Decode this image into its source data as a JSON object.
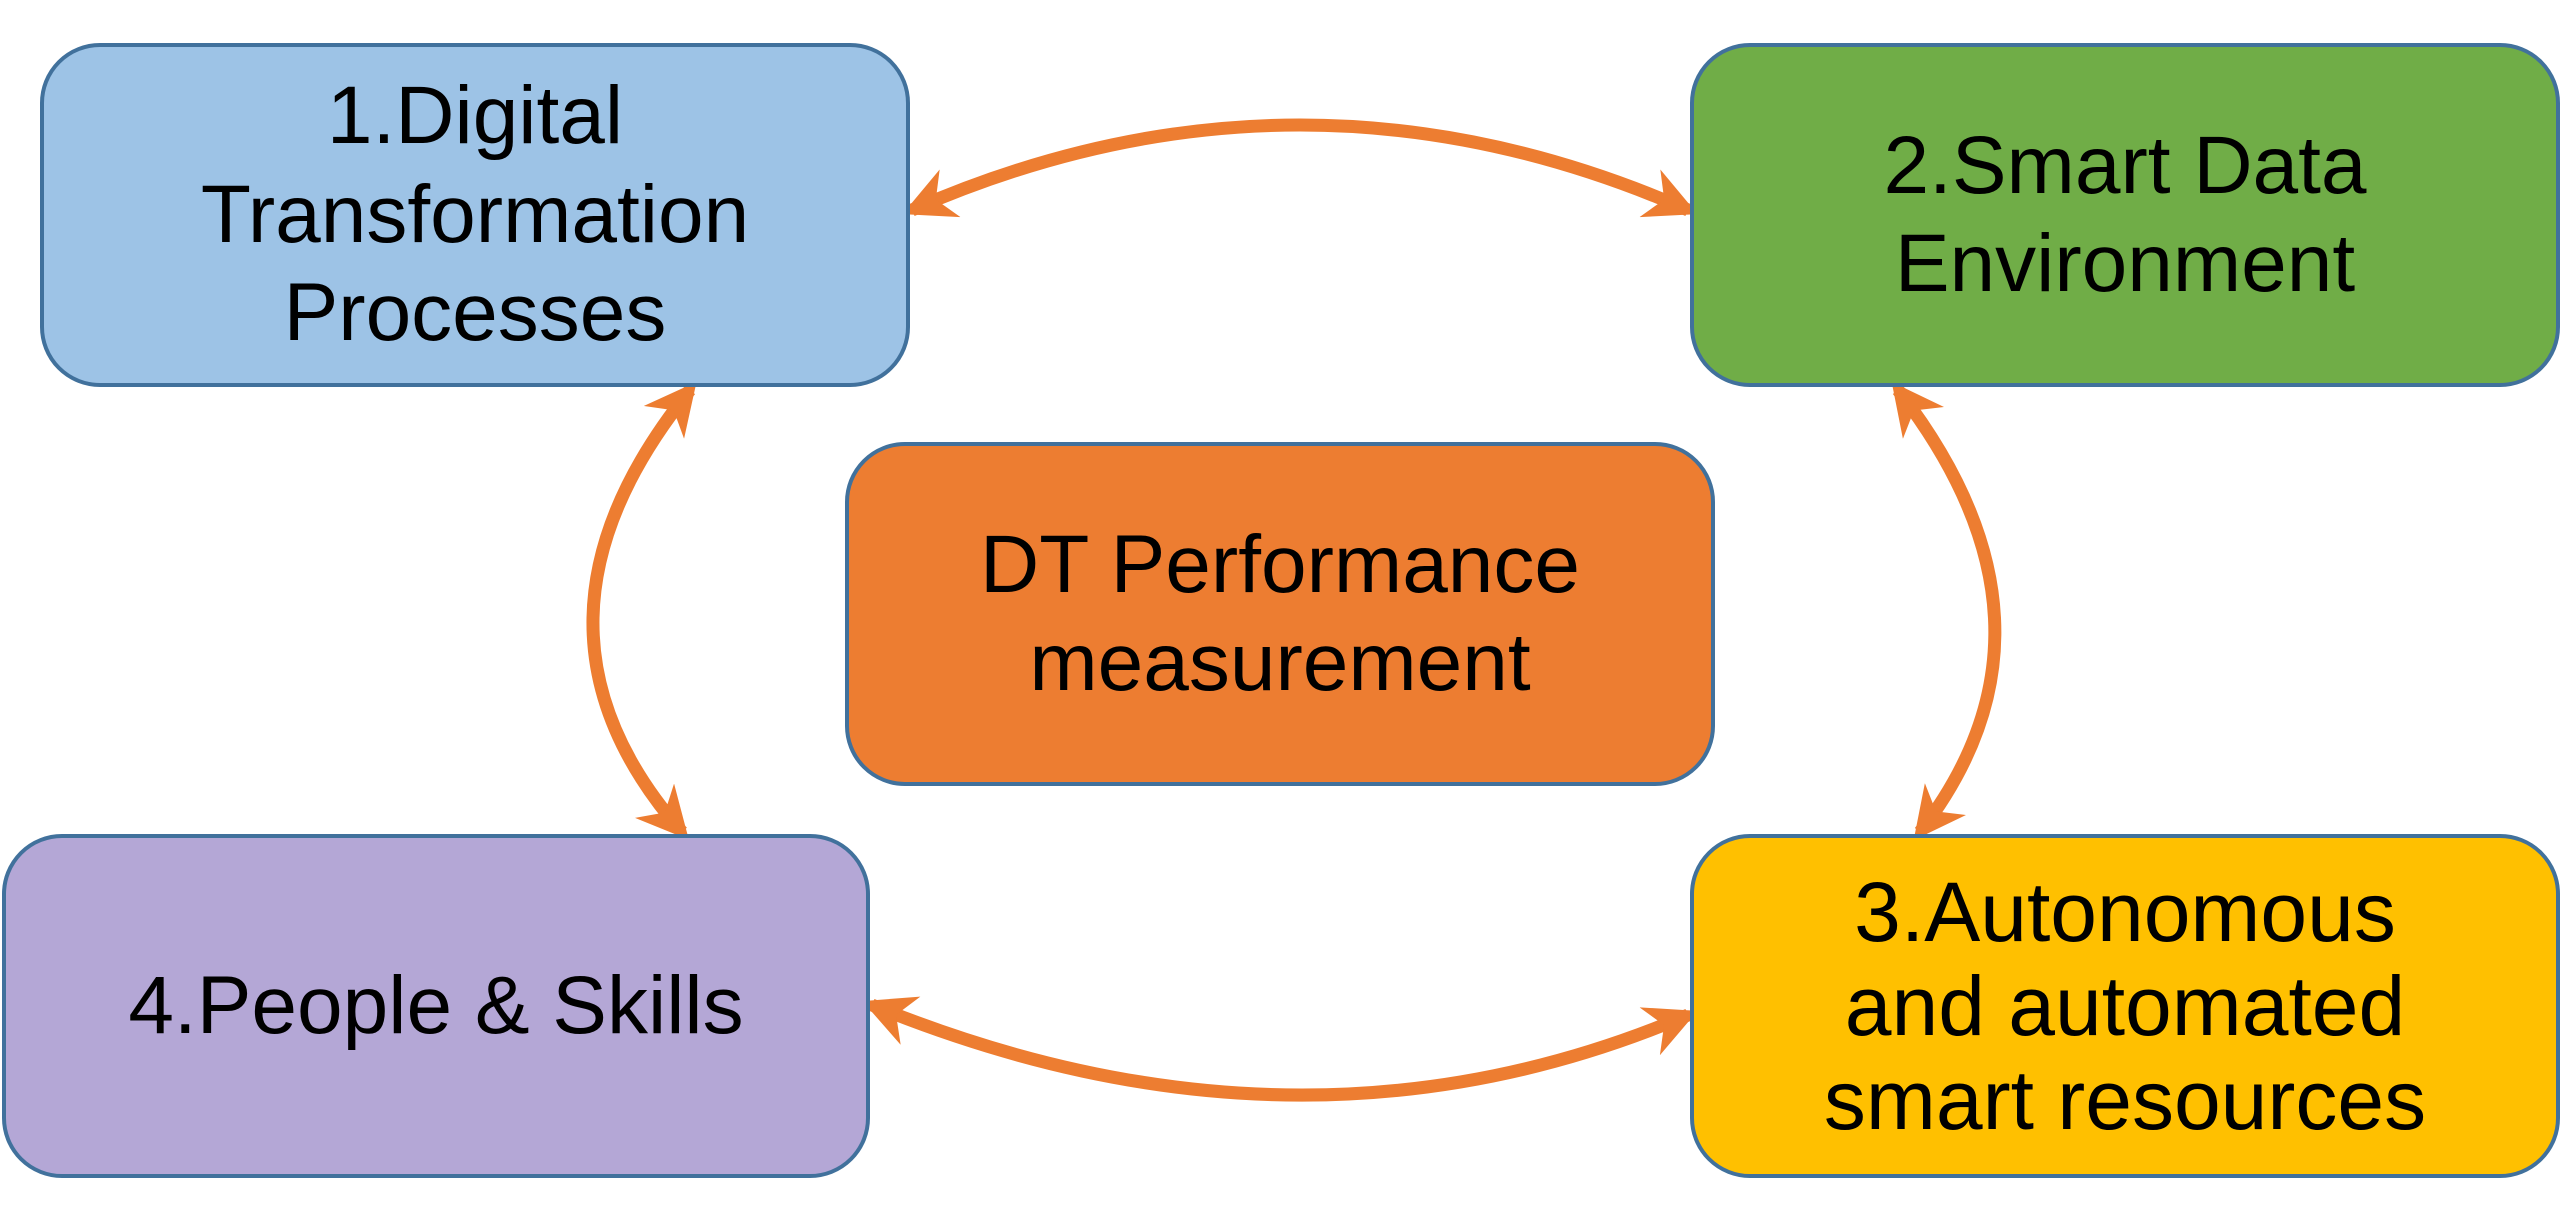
{
  "diagram": {
    "boxes": {
      "box1": {
        "label": "1.Digital\nTransformation\nProcesses",
        "color": "#9dc3e6"
      },
      "box2": {
        "label": "2.Smart Data\nEnvironment",
        "color": "#70ad47"
      },
      "box3": {
        "label": "3.Autonomous\nand automated\nsmart resources",
        "color": "#ffc000"
      },
      "box4": {
        "label": "4.People & Skills",
        "color": "#b4a7d6"
      },
      "center": {
        "label": "DT Performance\nmeasurement",
        "color": "#ed7d31"
      }
    },
    "connector_color": "#ed7d31",
    "border_color": "#41719c",
    "connectors": [
      {
        "from": "box1",
        "to": "box2",
        "direction": "bidirectional"
      },
      {
        "from": "box2",
        "to": "box3",
        "direction": "bidirectional"
      },
      {
        "from": "box3",
        "to": "box4",
        "direction": "bidirectional"
      },
      {
        "from": "box4",
        "to": "box1",
        "direction": "bidirectional"
      }
    ]
  }
}
